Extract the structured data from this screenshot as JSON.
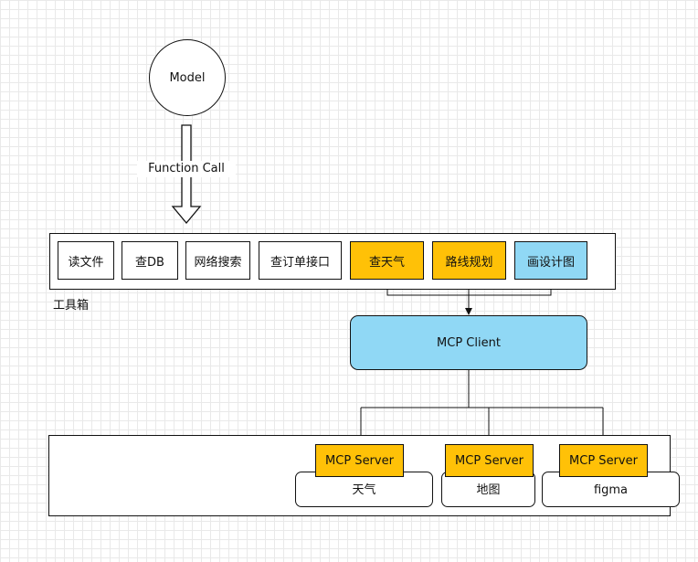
{
  "model": {
    "label": "Model"
  },
  "function_call": {
    "label": "Function Call"
  },
  "toolbox": {
    "label": "工具箱",
    "tools": [
      {
        "label": "读文件",
        "color": "#ffffff"
      },
      {
        "label": "查DB",
        "color": "#ffffff"
      },
      {
        "label": "网络搜索",
        "color": "#ffffff"
      },
      {
        "label": "查订单接口",
        "color": "#ffffff"
      },
      {
        "label": "查天气",
        "color": "#ffc107"
      },
      {
        "label": "路线规划",
        "color": "#ffc107"
      },
      {
        "label": "画设计图",
        "color": "#90d8f5"
      }
    ]
  },
  "mcp_client": {
    "label": "MCP Client",
    "color": "#90d8f5"
  },
  "servers": [
    {
      "server_label": "MCP Server",
      "app_label": "天气"
    },
    {
      "server_label": "MCP Server",
      "app_label": "地图"
    },
    {
      "server_label": "MCP Server",
      "app_label": "figma"
    }
  ],
  "colors": {
    "mcp_tool": "#ffc107",
    "client": "#90d8f5",
    "line": "#111111"
  }
}
